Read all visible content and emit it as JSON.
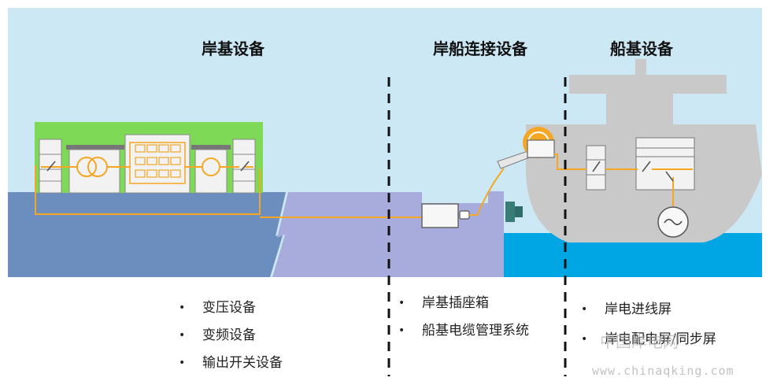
{
  "headings": {
    "shore": "岸基设备",
    "connection": "岸船连接设备",
    "ship": "船基设备"
  },
  "lists": {
    "shore": [
      "变压设备",
      "变频设备",
      "输出开关设备"
    ],
    "connection": [
      "岸基插座箱",
      "船基电缆管理系统"
    ],
    "ship": [
      "岸电进线屏",
      "岸电配电屏/同步屏"
    ]
  },
  "watermark": {
    "cn": "中国岸电网",
    "url": "www.chinaqking.com"
  },
  "colors": {
    "sky": "#cde8f5",
    "land": "#6c8ebf",
    "wharf": "#a7acdd",
    "sea": "#00a6e3",
    "ship": "#c9c9c9",
    "substation": "#7ed957",
    "cable": "#f5a623"
  }
}
